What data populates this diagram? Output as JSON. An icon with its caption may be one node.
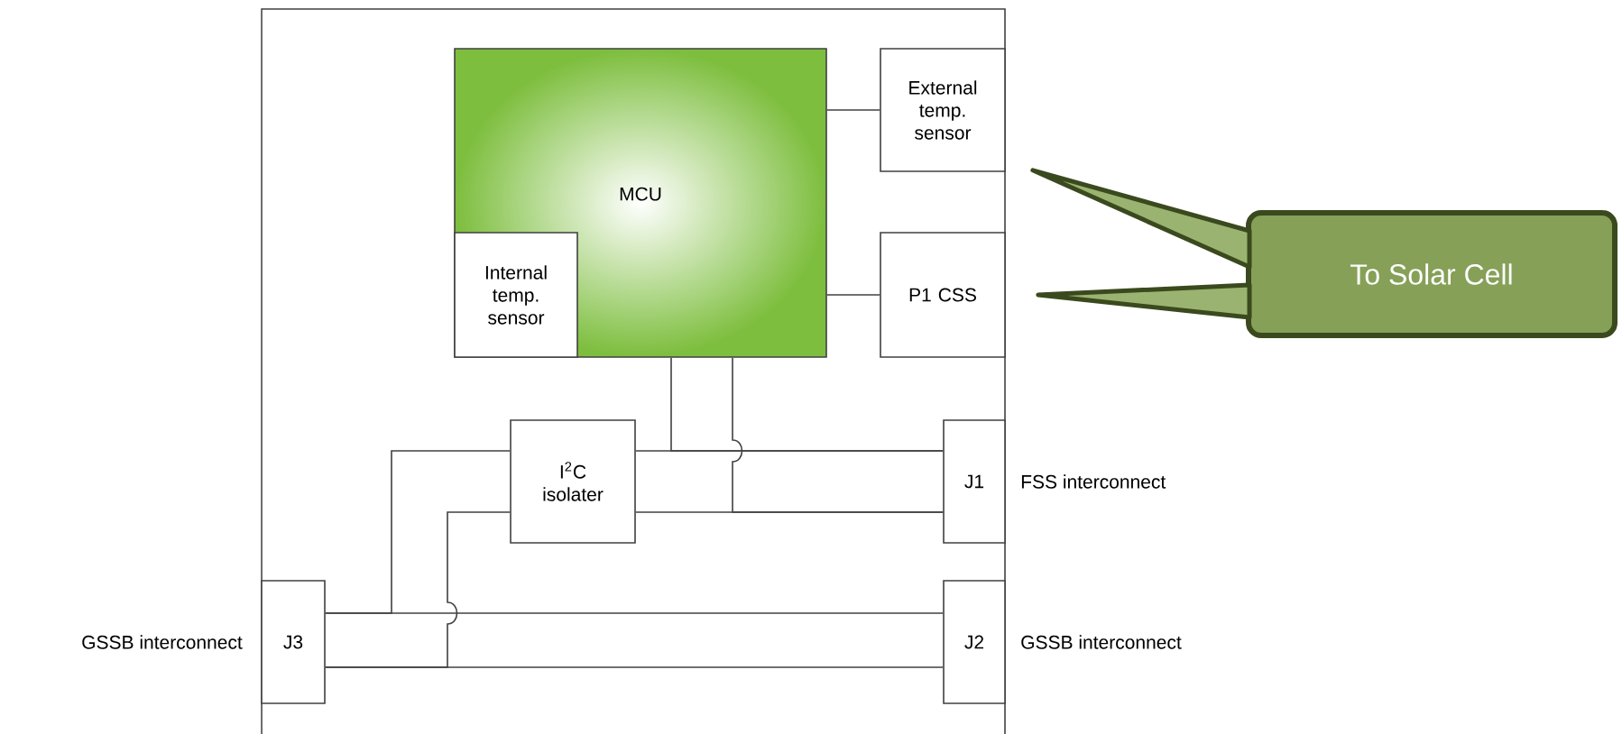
{
  "diagram": {
    "nodes": [
      {
        "text": [],
        "shape": "box"
      },
      {
        "text": [
          "MCU"
        ],
        "in": 0
      },
      {
        "text": [
          "Internal temp. sensor"
        ],
        "in": 1
      },
      {
        "text": [
          "External temp. sensor"
        ],
        "in": 0
      },
      {
        "text": [
          "P1 CSS"
        ],
        "in": 0
      },
      {
        "text": [
          "I$^{2}$C isolater"
        ],
        "in": 0
      },
      {
        "text": [
          "J1"
        ],
        "in": 0,
        "beside": [
          "FSS interconnect"
        ]
      },
      {
        "text": [
          "J3"
        ],
        "in": 0,
        "beside": [
          "GSSB interconnect"
        ]
      },
      {
        "text": [
          "J2"
        ],
        "in": 0,
        "beside": [
          "GSSB interconnect"
        ]
      },
      {
        "text": [
          "To Solar Cell"
        ]
      }
    ],
    "edges": [
      {
        "from": 1,
        "to": 3,
        "arrow": "none"
      },
      {
        "from": 1,
        "to": 4,
        "arrow": "none"
      },
      {
        "from": 1,
        "to": 6,
        "arrow": "none"
      },
      {
        "from": 5,
        "to": 6,
        "arrow": "none"
      },
      {
        "from": 1,
        "to": 6,
        "arrow": "none"
      },
      {
        "from": 5,
        "to": 6,
        "arrow": "none"
      },
      {
        "from": 5,
        "to": 7,
        "arrow": "none"
      },
      {
        "from": 7,
        "to": 8,
        "arrow": "none"
      },
      {
        "from": 5,
        "to": 7,
        "arrow": "none"
      },
      {
        "from": 7,
        "to": 8,
        "arrow": "none"
      },
      {
        "from": 9,
        "to": 3,
        "arrow": "none",
        "style": "thick",
        "color": "#3a4a1e"
      },
      {
        "from": 9,
        "to": 4,
        "arrow": "none",
        "style": "thick",
        "color": "#3a4a1e"
      }
    ]
  }
}
